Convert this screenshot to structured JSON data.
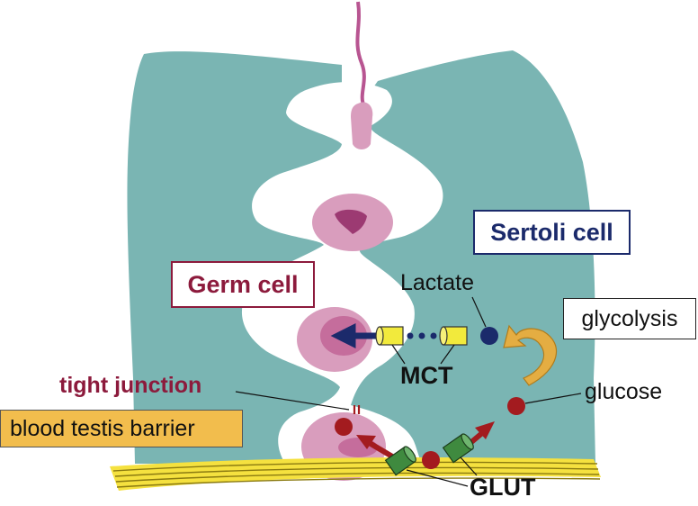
{
  "labels": {
    "sertoli_cell": "Sertoli cell",
    "germ_cell": "Germ cell",
    "lactate": "Lactate",
    "glycolysis": "glycolysis",
    "mct": "MCT",
    "glucose": "glucose",
    "glut": "GLUT",
    "tight_junction": "tight junction",
    "blood_testis_barrier": "blood testis barrier"
  },
  "colors": {
    "sertoli": "#7ab5b3",
    "germ_cell": "#d99dbd",
    "nucleus": "#c56d9c",
    "tail": "#b85591",
    "glucose_dot": "#a31b1f",
    "lactate_dot": "#1b2a6b",
    "mct_cylinder": "#f2ea3c",
    "glut_cylinder": "#3f8a3f",
    "membrane": "#f5e13f",
    "arrow_red": "#a31b1f",
    "arrow_navy": "#1b2a6b",
    "curved_arrow": "#e4ad42",
    "label_red": "#8c1a3c",
    "barrier_fill": "#f2bd4d"
  }
}
